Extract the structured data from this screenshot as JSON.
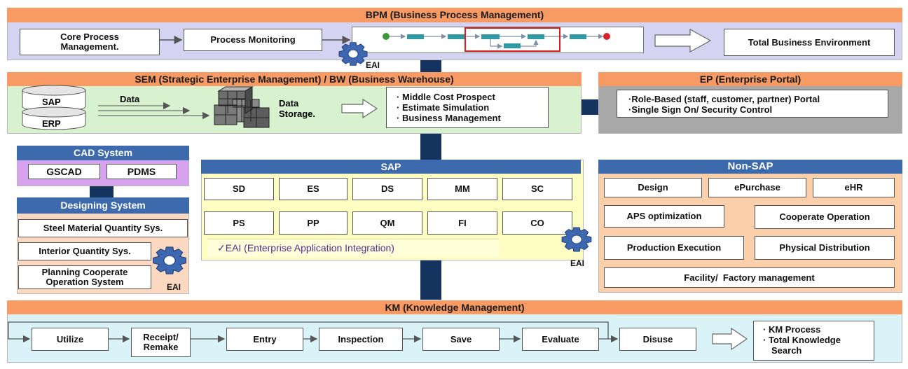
{
  "bpm": {
    "title": "BPM (Business Process Management)",
    "core_process": "Core Process Management.",
    "process_monitoring": "Process Monitoring",
    "total_business": "Total Business Environment",
    "eai": "EAI"
  },
  "sem": {
    "title": "SEM (Strategic Enterprise Management) / BW (Business Warehouse)",
    "sap_db": "SAP",
    "erp_db": "ERP",
    "data_label": "Data",
    "storage_label": "Data Storage.",
    "bullets": [
      "· Middle Cost Prospect",
      "· Estimate Simulation",
      "· Business Management"
    ]
  },
  "ep": {
    "title": "EP (Enterprise Portal)",
    "bullets": [
      "·Role-Based (staff, customer, partner) Portal",
      "·Single Sign On/ Security Control"
    ]
  },
  "cad": {
    "title": "CAD System",
    "items": [
      "GSCAD",
      "PDMS"
    ]
  },
  "designing": {
    "title": "Designing System",
    "items": [
      "Steel Material Quantity Sys.",
      "Interior Quantity Sys.",
      "Planning Cooperate Operation System"
    ],
    "eai": "EAI"
  },
  "sap": {
    "title": "SAP",
    "row1": [
      "SD",
      "ES",
      "DS",
      "MM",
      "SC"
    ],
    "row2": [
      "PS",
      "PP",
      "QM",
      "FI",
      "CO"
    ],
    "eai_note": "✓EAI (Enterprise Application Integration)",
    "eai": "EAI"
  },
  "nonsap": {
    "title": "Non-SAP",
    "row1": [
      "Design",
      "ePurchase",
      "eHR"
    ],
    "aps": "APS optimization",
    "cooperate": "Cooperate Operation",
    "production": "Production Execution",
    "physical": "Physical Distribution",
    "facility": "Facility/  Factory management"
  },
  "km": {
    "title": "KM (Knowledge Management)",
    "steps": [
      "Utilize",
      "Receipt/ Remake",
      "Entry",
      "Inspection",
      "Save",
      "Evaluate",
      "Disuse"
    ],
    "summary": [
      "· KM Process",
      "· Total Knowledge",
      "Search"
    ]
  },
  "colors": {
    "orange_header": "#f79a63",
    "blue_header": "#3c6aad",
    "bpm_bg": "#d4d3f2",
    "sem_bg": "#d8f2cf",
    "ep_bg": "#a8a8a8",
    "cad_bg": "#d7a3ee",
    "designing_bg": "#fbd8c0",
    "sap_bg": "#fdfdc2",
    "nonsap_bg": "#fbcfa9",
    "km_bg": "#d9f3f9",
    "pillar": "#14345f"
  }
}
